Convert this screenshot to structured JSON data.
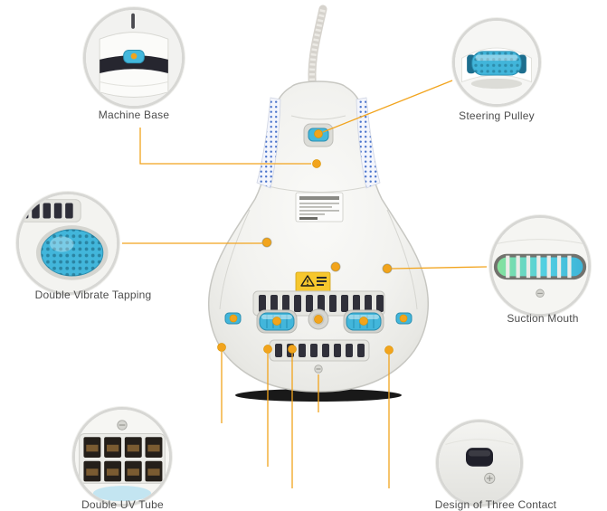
{
  "diagram": {
    "callouts": [
      {
        "id": "machine-base",
        "label": "Machine Base"
      },
      {
        "id": "steering-pulley",
        "label": "Steering Pulley"
      },
      {
        "id": "double-vibrate-tapping",
        "label": "Double Vibrate Tapping"
      },
      {
        "id": "suction-mouth",
        "label": "Suction Mouth"
      },
      {
        "id": "double-uv-tube",
        "label": "Double UV Tube"
      },
      {
        "id": "design-of-three-contact",
        "label": "Design of Three Contact"
      }
    ],
    "colors": {
      "accent": "#f2a41d",
      "ring": "#d7d7d4",
      "label_text": "#4d4d4d",
      "product_blue": "#42b6db",
      "product_dark": "#2a2a33",
      "warning_yellow": "#f6c72e"
    }
  }
}
